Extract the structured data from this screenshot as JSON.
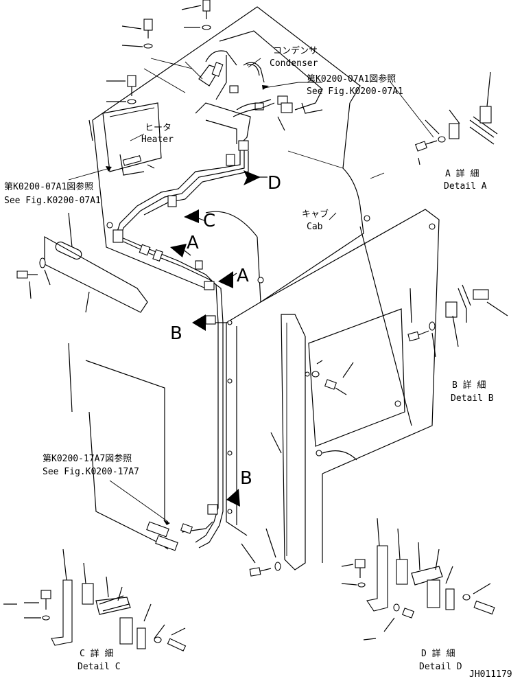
{
  "labels": {
    "condenser_jp": "コンデンサ",
    "condenser_en": "Condenser",
    "see_fig_top_jp": "第K0200-07A1図参照",
    "see_fig_top_en": "See Fig.K0200-07A1",
    "heater_jp": "ヒータ",
    "heater_en": "Heater",
    "see_fig_left_jp": "第K0200-07A1図参照",
    "see_fig_left_en": "See Fig.K0200-07A1",
    "cab_jp": "キャブ",
    "cab_en": "Cab",
    "see_fig_bottom_jp": "第K0200-17A7図参照",
    "see_fig_bottom_en": "See Fig.K0200-17A7",
    "view_a1": "A",
    "view_a2": "A",
    "view_b1": "B",
    "view_b2": "B",
    "view_c": "C",
    "view_d": "D",
    "detail_a_jp": "A 詳 細",
    "detail_a_en": "Detail A",
    "detail_b_jp": "B 詳 細",
    "detail_b_en": "Detail B",
    "detail_c_jp": "C 詳 細",
    "detail_c_en": "Detail C",
    "detail_d_jp": "D 詳 細",
    "detail_d_en": "Detail D",
    "drawing_number": "JH011179"
  }
}
